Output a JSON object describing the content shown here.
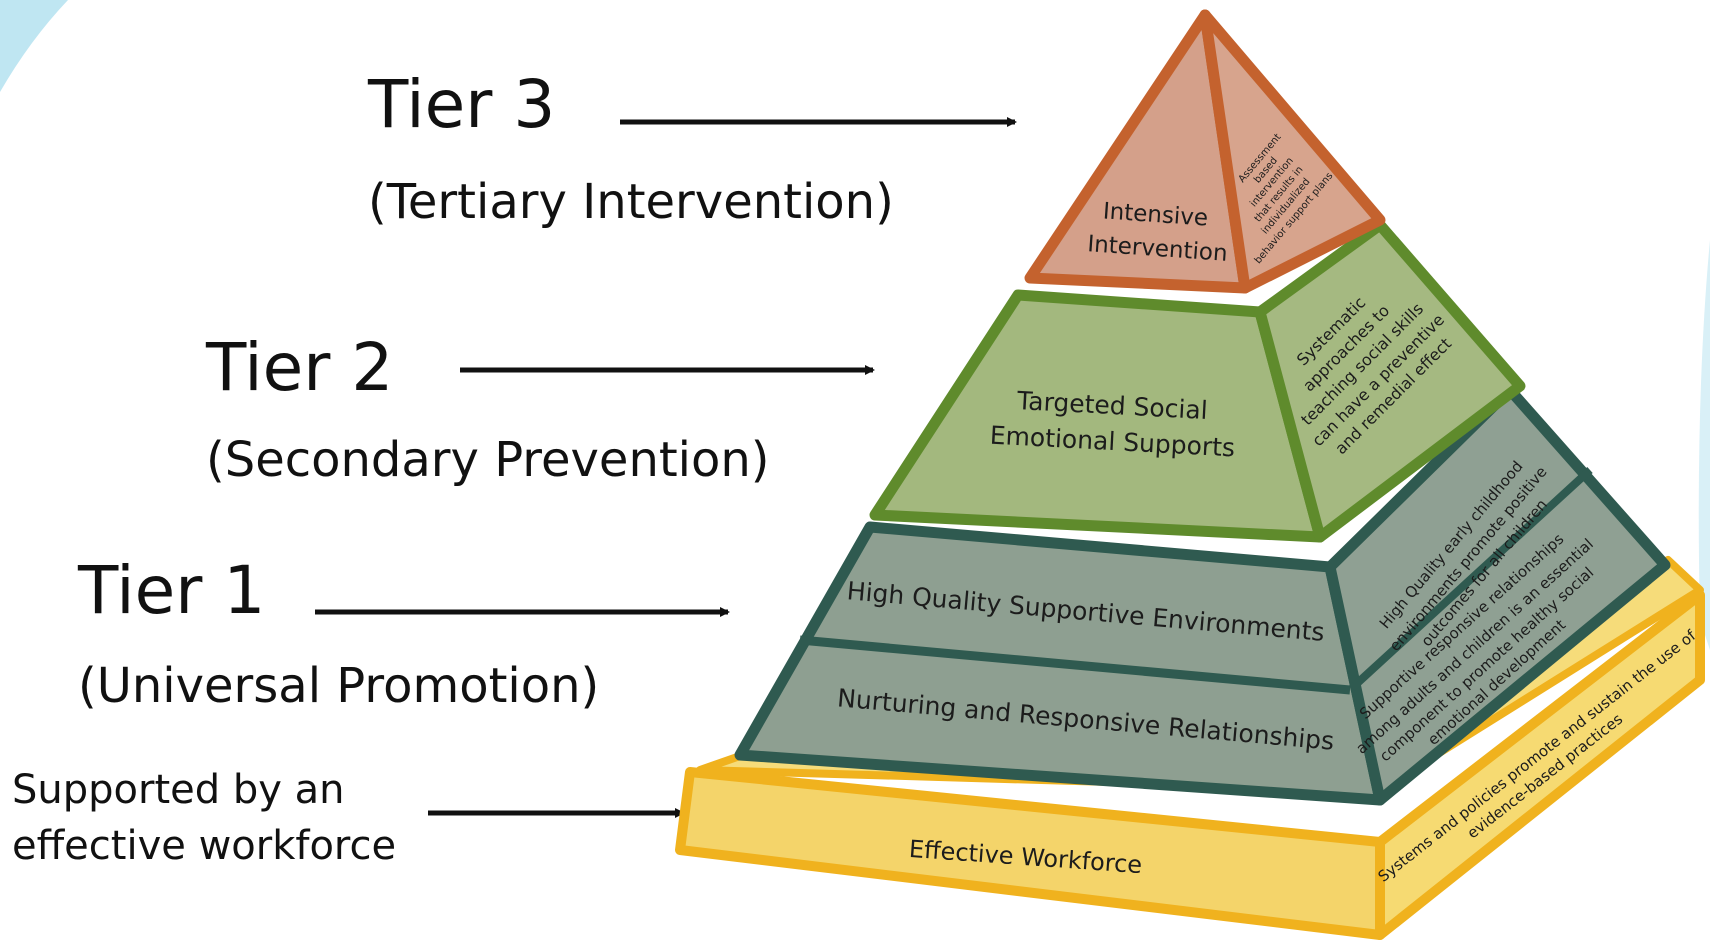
{
  "tiers": [
    {
      "title": "Tier 3",
      "subtitle": "(Tertiary Intervention)"
    },
    {
      "title": "Tier 2",
      "subtitle": "(Secondary Prevention)"
    },
    {
      "title": "Tier 1",
      "subtitle": "(Universal Promotion)"
    }
  ],
  "support": {
    "line1": "Supported by an",
    "line2": "effective workforce"
  },
  "pyramid": {
    "top": {
      "front_line1": "Intensive",
      "front_line2": "Intervention",
      "side_lines": [
        "Assessment",
        "based",
        "intervention",
        "that results in",
        "individualized",
        "behavior support plans"
      ]
    },
    "middle": {
      "front_line1": "Targeted Social",
      "front_line2": "Emotional Supports",
      "side_lines": [
        "Systematic",
        "approaches to",
        "teaching social skills",
        "can have a preventive",
        "and remedial effect"
      ]
    },
    "lower_upper": {
      "front": "High Quality Supportive Environments",
      "side_lines": [
        "High Quality early childhood",
        "environments promote positive",
        "outcomes for all children"
      ]
    },
    "lower_lower": {
      "front": "Nurturing and Responsive Relationships",
      "side_lines": [
        "Supportive responsive relationships",
        "among adults and children is an essential",
        "component to promote healthy social",
        "emotional development"
      ]
    },
    "base": {
      "front": "Effective Workforce",
      "side_lines": [
        "Systems and policies promote and sustain the use of",
        "evidence-based practices"
      ]
    }
  },
  "colors": {
    "tier3_fill": "#d4a08a",
    "tier3_border": "#c4622e",
    "tier2_fill": "#a3b87e",
    "tier2_border": "#5f8b2c",
    "tier1_fill": "#8e9f91",
    "tier1_border": "#2f5a50",
    "base_fill": "#f4d46a",
    "base_border": "#f0b21e",
    "accent_blue": "#bfe6f2"
  }
}
